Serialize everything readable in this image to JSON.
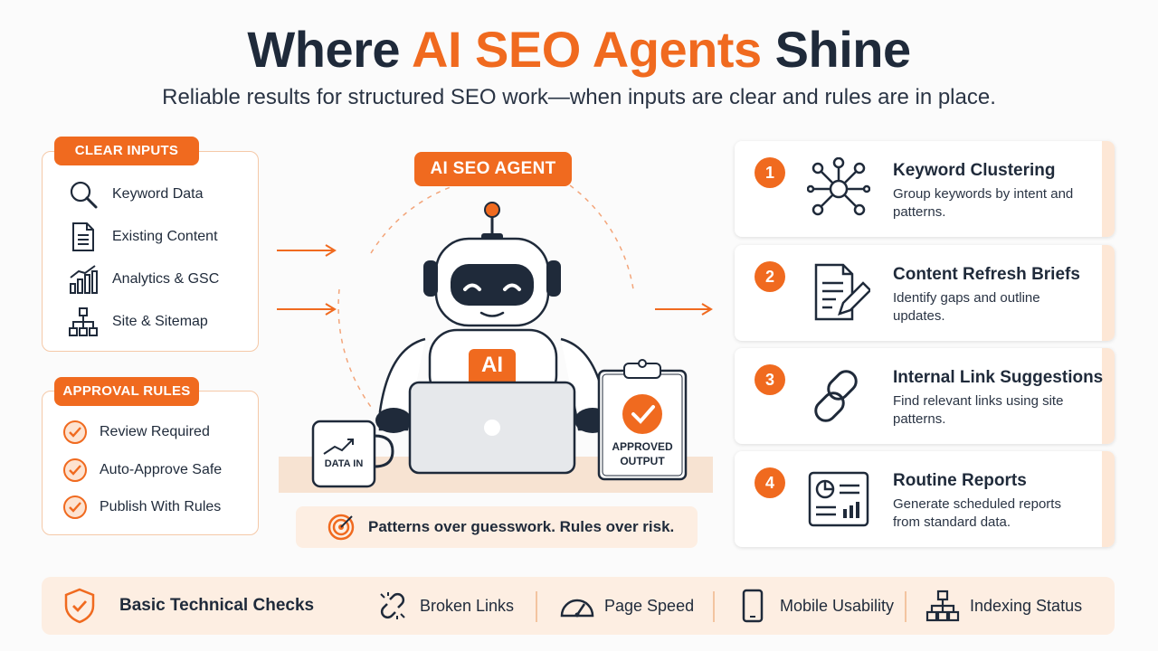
{
  "header": {
    "title_start": "Where ",
    "title_accent": "AI SEO Agents",
    "title_end": " Shine",
    "subtitle": "Reliable results for structured SEO work—when inputs are clear and rules are in place."
  },
  "inputs": {
    "label": "CLEAR INPUTS",
    "items": [
      {
        "label": "Keyword Data",
        "icon": "magnifier-icon"
      },
      {
        "label": "Existing Content",
        "icon": "document-icon"
      },
      {
        "label": "Analytics & GSC",
        "icon": "bar-chart-icon"
      },
      {
        "label": "Site & Sitemap",
        "icon": "sitemap-icon"
      }
    ]
  },
  "rules": {
    "label": "APPROVAL RULES",
    "items": [
      {
        "label": "Review Required",
        "icon": "check-circle-icon"
      },
      {
        "label": "Auto-Approve Safe",
        "icon": "check-circle-icon"
      },
      {
        "label": "Publish With Rules",
        "icon": "check-circle-icon"
      }
    ]
  },
  "agent": {
    "label": "AI SEO AGENT",
    "badge": "AI",
    "mug_label": "DATA IN",
    "clipboard_line1": "APPROVED",
    "clipboard_line2": "OUTPUT",
    "tagline": "Patterns over guesswork. Rules over risk."
  },
  "tasks": [
    {
      "num": "1",
      "title": "Keyword Clustering",
      "desc": "Group keywords by intent and patterns.",
      "icon": "network-icon"
    },
    {
      "num": "2",
      "title": "Content Refresh Briefs",
      "desc": "Identify gaps and outline updates.",
      "icon": "document-edit-icon"
    },
    {
      "num": "3",
      "title": "Internal Link Suggestions",
      "desc": "Find relevant links using site patterns.",
      "icon": "link-icon"
    },
    {
      "num": "4",
      "title": "Routine Reports",
      "desc": "Generate scheduled reports from standard data.",
      "icon": "report-icon"
    }
  ],
  "checks": {
    "title": "Basic Technical Checks",
    "items": [
      {
        "label": "Broken Links",
        "icon": "broken-link-icon"
      },
      {
        "label": "Page Speed",
        "icon": "speedometer-icon"
      },
      {
        "label": "Mobile Usability",
        "icon": "mobile-icon"
      },
      {
        "label": "Indexing Status",
        "icon": "sitemap-icon"
      }
    ]
  },
  "colors": {
    "accent": "#f06a1f",
    "navy": "#1f2a3a",
    "peach": "#fdeee2"
  }
}
